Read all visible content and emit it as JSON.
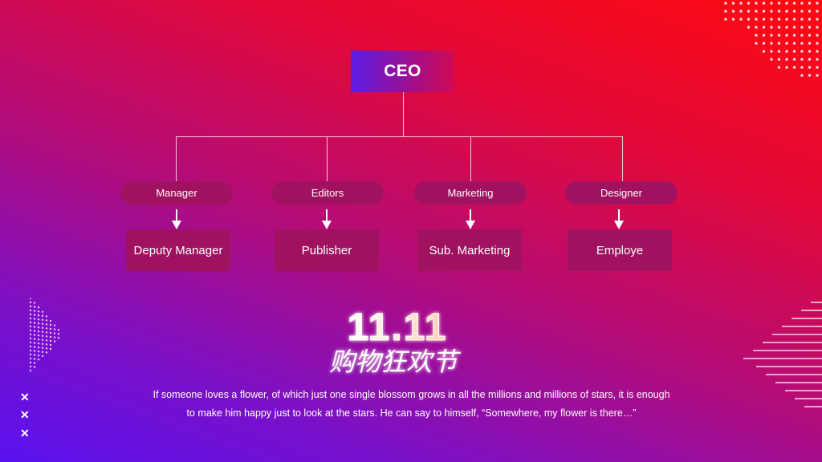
{
  "org_chart": {
    "root": "CEO",
    "departments": [
      {
        "name": "Manager",
        "sub": "Deputy Manager"
      },
      {
        "name": "Editors",
        "sub": "Publisher"
      },
      {
        "name": "Marketing",
        "sub": "Sub. Marketing"
      },
      {
        "name": "Designer",
        "sub": "Employe"
      }
    ]
  },
  "logo": {
    "top": "11.11",
    "bottom": "购物狂欢节"
  },
  "caption": {
    "line1": "If someone loves a flower, of which just one single blossom grows in all the millions  and millions of stars, it is enough",
    "line2": "to make him happy just to look at the stars. He can say to himself,   “Somewhere, my flower is there…”"
  },
  "decorations": {
    "x_mark": "✕"
  },
  "colors": {
    "gradient_top_right": "#ff0a10",
    "gradient_bottom_left": "#5a12f0",
    "box_fill": "#a0125f",
    "ceo_box_start": "#5b1ce6",
    "ceo_box_end": "#d10a52",
    "connector": "#f3c9dc"
  }
}
